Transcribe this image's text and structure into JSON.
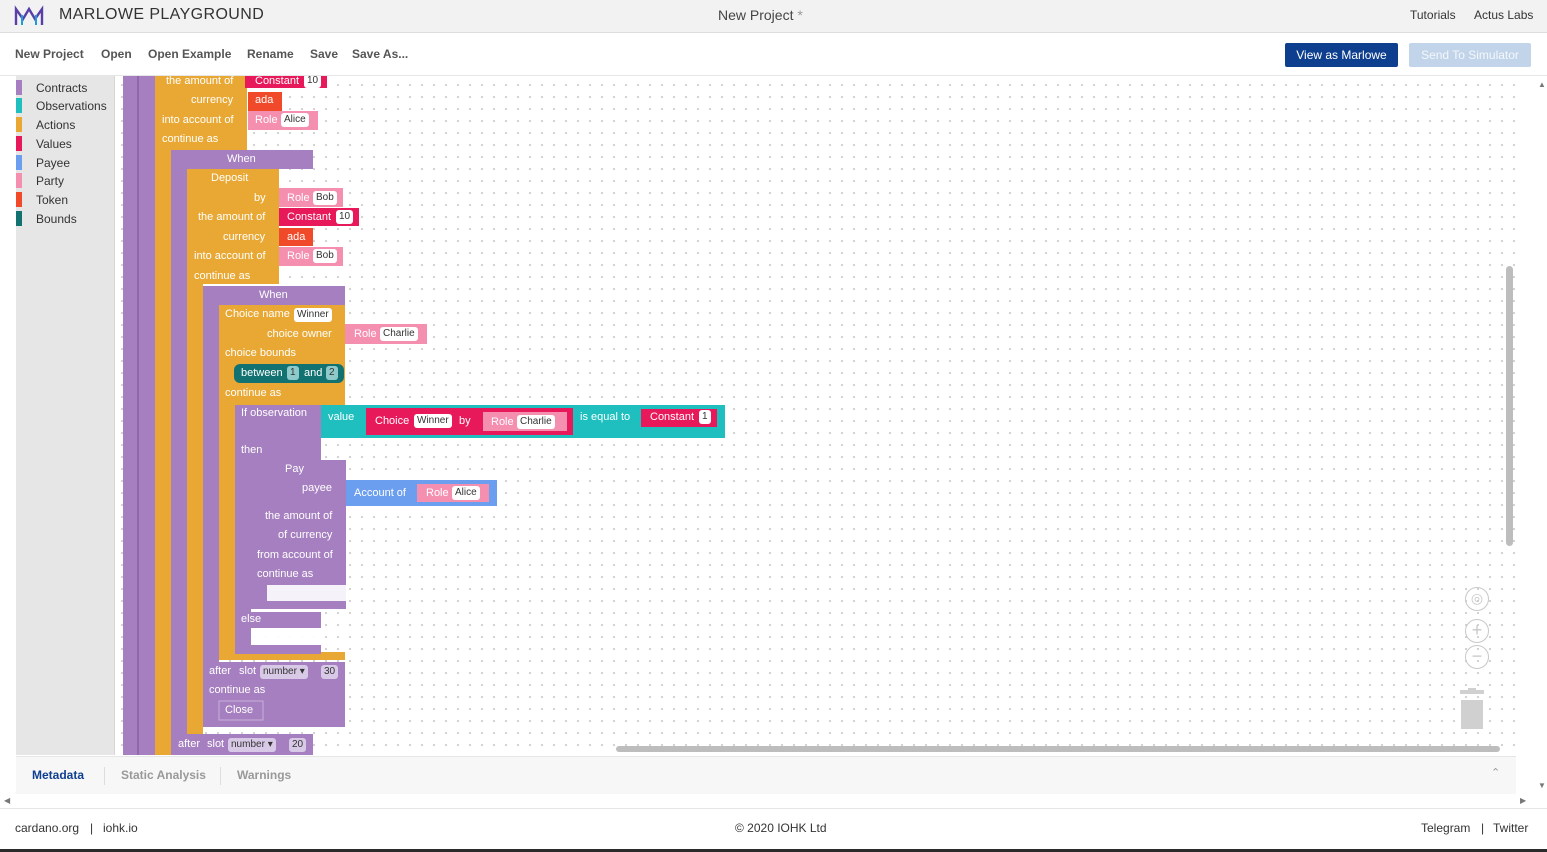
{
  "app": {
    "title": "MARLOWE PLAYGROUND",
    "project_name": "New Project",
    "unsaved_marker": "*",
    "nav_links": [
      "Tutorials",
      "Actus Labs"
    ]
  },
  "toolbar": {
    "buttons": [
      "New Project",
      "Open",
      "Open Example",
      "Rename",
      "Save",
      "Save As..."
    ],
    "view_as_marlowe": "View as Marlowe",
    "send_to_simulator": "Send To Simulator"
  },
  "toolbox": {
    "categories": [
      {
        "label": "Contracts",
        "color": "#a57fbf"
      },
      {
        "label": "Observations",
        "color": "#1fbfbf"
      },
      {
        "label": "Actions",
        "color": "#e8a833"
      },
      {
        "label": "Values",
        "color": "#e8195a"
      },
      {
        "label": "Payee",
        "color": "#6c9ef0"
      },
      {
        "label": "Party",
        "color": "#f58fb0"
      },
      {
        "label": "Token",
        "color": "#f04a2a"
      },
      {
        "label": "Bounds",
        "color": "#127272"
      }
    ]
  },
  "blocks": {
    "deposit1": {
      "the_amount_of": "the amount of",
      "constant": "Constant",
      "constant_value": "10",
      "currency": "currency",
      "currency_value": "ada",
      "into_account_of": "into account of",
      "role": "Role",
      "role_value": "Alice",
      "continue_as": "continue as"
    },
    "when1": {
      "label": "When"
    },
    "deposit2": {
      "label": "Deposit",
      "by": "by",
      "by_role": "Role",
      "by_role_value": "Bob",
      "the_amount_of": "the amount of",
      "constant": "Constant",
      "constant_value": "10",
      "currency": "currency",
      "currency_value": "ada",
      "into_account_of": "into account of",
      "into_role": "Role",
      "into_role_value": "Bob",
      "continue_as": "continue as"
    },
    "when2": {
      "label": "When"
    },
    "choice": {
      "choice_name": "Choice name",
      "choice_name_value": "Winner",
      "choice_owner": "choice owner",
      "owner_role": "Role",
      "owner_role_value": "Charlie",
      "choice_bounds": "choice bounds",
      "between": "between",
      "low": "1",
      "and": "and",
      "high": "2",
      "continue_as": "continue as"
    },
    "if": {
      "if_observation": "If observation",
      "then": "then",
      "else": "else",
      "value": "value",
      "choice": "Choice",
      "choice_value": "Winner",
      "by": "by",
      "role": "Role",
      "role_value": "Charlie",
      "is_equal_to": "is equal to",
      "constant": "Constant",
      "constant_value": "1"
    },
    "pay": {
      "label": "Pay",
      "payee": "payee",
      "account_of": "Account of",
      "role": "Role",
      "role_value": "Alice",
      "the_amount_of": "the amount of",
      "of_currency": "of currency",
      "from_account_of": "from account of",
      "continue_as": "continue as"
    },
    "timeout_inner": {
      "after": "after",
      "slot": "slot",
      "dropdown": "number",
      "value": "30",
      "continue_as": "continue as",
      "close": "Close"
    },
    "timeout_outer": {
      "after": "after",
      "slot": "slot",
      "dropdown": "number",
      "value": "20"
    }
  },
  "colors": {
    "contract": "#a57fbf",
    "action": "#e8a833",
    "value": "#e8195a",
    "party": "#f58fb0",
    "token": "#f04a2a",
    "bounds": "#127272",
    "observation": "#1fbfbf",
    "payee": "#6c9ef0",
    "primary": "#0e3f8f"
  },
  "bottom_tabs": [
    "Metadata",
    "Static Analysis",
    "Warnings"
  ],
  "footer": {
    "left": [
      "cardano.org",
      "|",
      "iohk.io"
    ],
    "center": "© 2020 IOHK Ltd",
    "right": [
      "Telegram",
      "|",
      "Twitter"
    ]
  }
}
